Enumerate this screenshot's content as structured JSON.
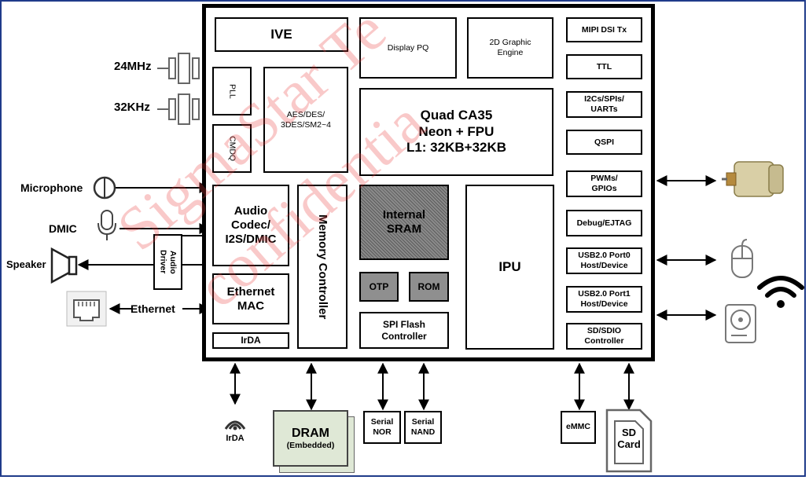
{
  "chip": {
    "ive": "IVE",
    "display_pq": "Display PQ",
    "graphic_engine": "2D Graphic\nEngine",
    "pll": "PLL",
    "cmdq": "CMDQ",
    "crypto": "AES/DES/\n3DES/SM2~4",
    "cpu": "Quad CA35\nNeon + FPU\nL1: 32KB+32KB",
    "audio_codec": "Audio\nCodec/\nI2S/DMIC",
    "memory_controller": "Memory Controller",
    "internal_sram": "Internal\nSRAM",
    "otp": "OTP",
    "rom": "ROM",
    "ipu": "IPU",
    "ethernet_mac": "Ethernet\nMAC",
    "irda": "IrDA",
    "spi_flash": "SPI Flash\nController",
    "mipi_dsi": "MIPI DSI Tx",
    "ttl": "TTL",
    "i2c": "I2Cs/SPIs/\nUARTs",
    "qspi": "QSPI",
    "pwm": "PWMs/\nGPIOs",
    "debug": "Debug/EJTAG",
    "usb0": "USB2.0 Port0\nHost/Device",
    "usb1": "USB2.0 Port1\nHost/Device",
    "sdio": "SD/SDIO\nController"
  },
  "external": {
    "clk_24": "24MHz",
    "clk_32": "32KHz",
    "microphone": "Microphone",
    "dmic": "DMIC",
    "speaker": "Speaker",
    "ethernet": "Ethernet",
    "audio_driver": "Audio\nDriver",
    "irda": "IrDA",
    "dram": "DRAM",
    "dram_sub": "(Embedded)",
    "serial_nor": "Serial\nNOR",
    "serial_nand": "Serial\nNAND",
    "emmc": "eMMC",
    "sd_card": "SD\nCard"
  },
  "watermark": {
    "line1": "SigmaStar Te",
    "line2": "confidentia"
  },
  "icons": [
    "crystal-icon",
    "microphone-icon",
    "dmic-icon",
    "speaker-icon",
    "ethernet-port-icon",
    "irda-icon",
    "motor-icon",
    "mouse-icon",
    "wifi-icon",
    "hard-disk-icon",
    "sd-card-icon"
  ],
  "colors": {
    "frame": "#1f3b8a",
    "sram_fill": "#7a7a7a",
    "otp_fill": "#8f8f8f",
    "watermark": "#eb3c3c"
  }
}
